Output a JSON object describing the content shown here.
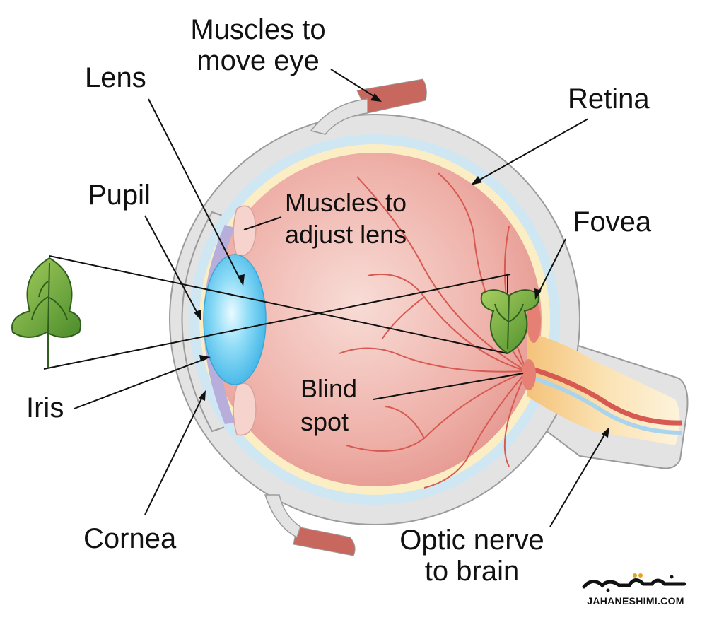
{
  "labels": {
    "muscles_move_eye": "Muscles to\nmove eye",
    "lens": "Lens",
    "retina": "Retina",
    "pupil": "Pupil",
    "muscles_adjust_lens": "Muscles to\nadjust lens",
    "fovea": "Fovea",
    "blind_spot": "Blind\nspot",
    "iris": "Iris",
    "cornea": "Cornea",
    "optic_nerve": "Optic nerve\nto brain"
  },
  "watermark": {
    "script_text": "جهان شیمی",
    "domain_text": "JAHANESHIMI.COM"
  },
  "colors": {
    "sclera": "#e3e3e3",
    "sclera_edge": "#9b9b9b",
    "eyeball": "#eba39c",
    "eyeball_center": "#f6d3cd",
    "retina_band": "#fbeec4",
    "choroid_band": "#cfe6f3",
    "vessel": "#d65a52",
    "lens": "#5fc6ef",
    "iris": "#b8aedc",
    "muscle": "#c8675e",
    "nerve": "#fbe6b8",
    "leaf": "#6aa83a",
    "leaf_dark": "#2f5e1e",
    "line": "#111111"
  }
}
